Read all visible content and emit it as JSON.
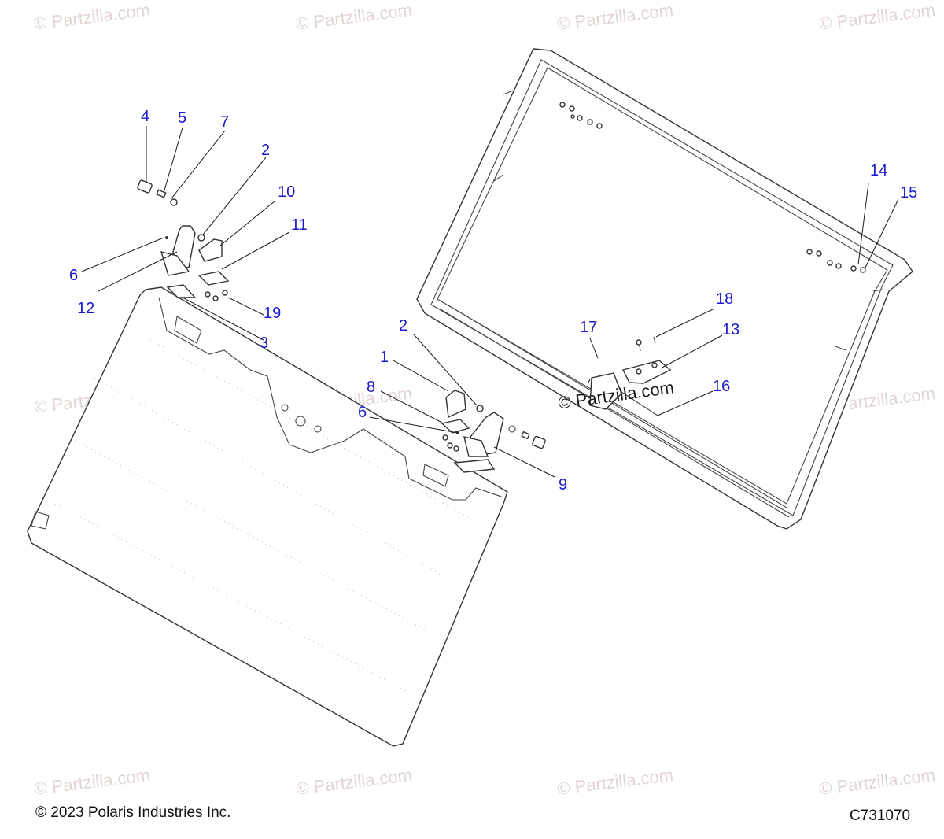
{
  "watermark": "© Partzilla.com",
  "copyright": "© 2023 Polaris Industries Inc.",
  "diagram_code": "C731070",
  "callouts": {
    "c4": "4",
    "c5": "5",
    "c7": "7",
    "c2a": "2",
    "c10": "10",
    "c11": "11",
    "c6a": "6",
    "c12": "12",
    "c19": "19",
    "c3": "3",
    "c2b": "2",
    "c1": "1",
    "c8": "8",
    "c6b": "6",
    "c9": "9",
    "c14": "14",
    "c15": "15",
    "c18": "18",
    "c17": "17",
    "c13": "13",
    "c16": "16"
  },
  "colors": {
    "callout": "#1a1acc",
    "watermark": "#e3d4d4",
    "line": "#333333"
  }
}
